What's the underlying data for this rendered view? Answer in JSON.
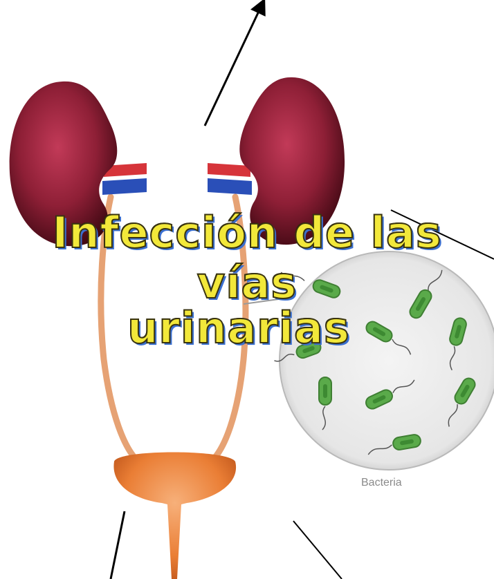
{
  "title": {
    "line1": "Infección de las vías",
    "line2": "urinarias"
  },
  "labels": {
    "bacteria": "Bacteria"
  },
  "colors": {
    "kidney": "#8e1f36",
    "kidney_dark": "#4a0b18",
    "artery": "#d6343a",
    "vein": "#2a4fb8",
    "ureter": "#e8a070",
    "bladder": "#f08a40",
    "bacteria_body": "#5aaa4a",
    "circle_fill": "#e8e8e8",
    "title_fill": "#f2e83a"
  },
  "icons": {
    "left_kidney": "kidney-icon",
    "right_kidney": "kidney-icon",
    "bladder": "bladder-icon",
    "bacteria": "bacterium-icon"
  }
}
